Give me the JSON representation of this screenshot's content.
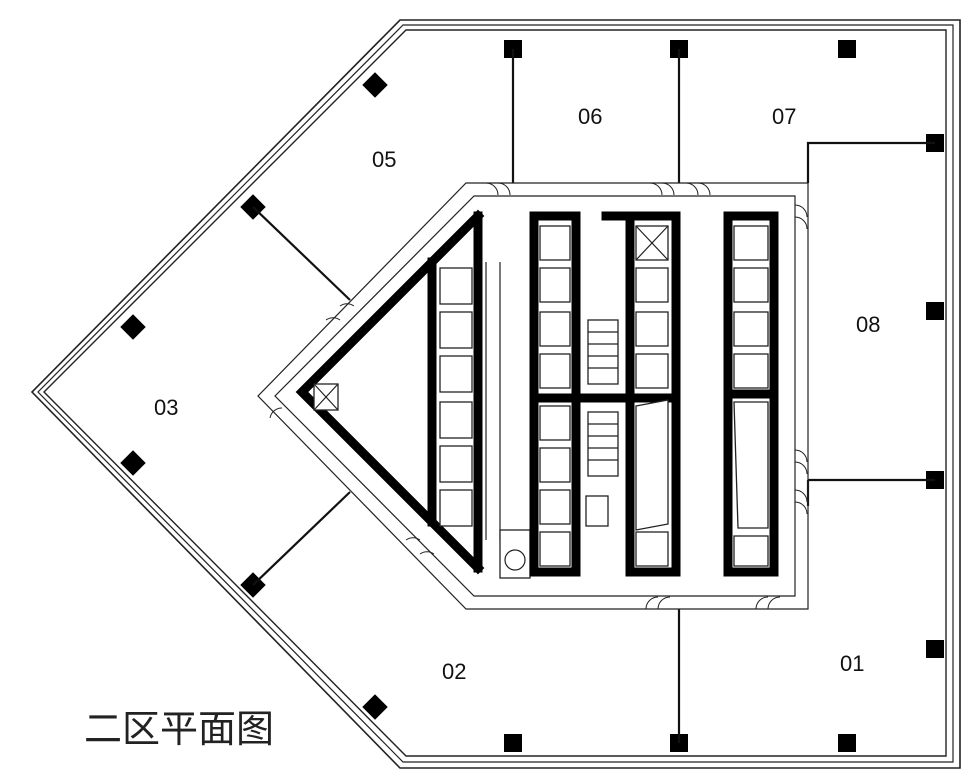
{
  "title": "二区平面图",
  "rooms": [
    {
      "id": "01",
      "label": "01"
    },
    {
      "id": "02",
      "label": "02"
    },
    {
      "id": "03",
      "label": "03"
    },
    {
      "id": "05",
      "label": "05"
    },
    {
      "id": "06",
      "label": "06"
    },
    {
      "id": "07",
      "label": "07"
    },
    {
      "id": "08",
      "label": "08"
    }
  ]
}
